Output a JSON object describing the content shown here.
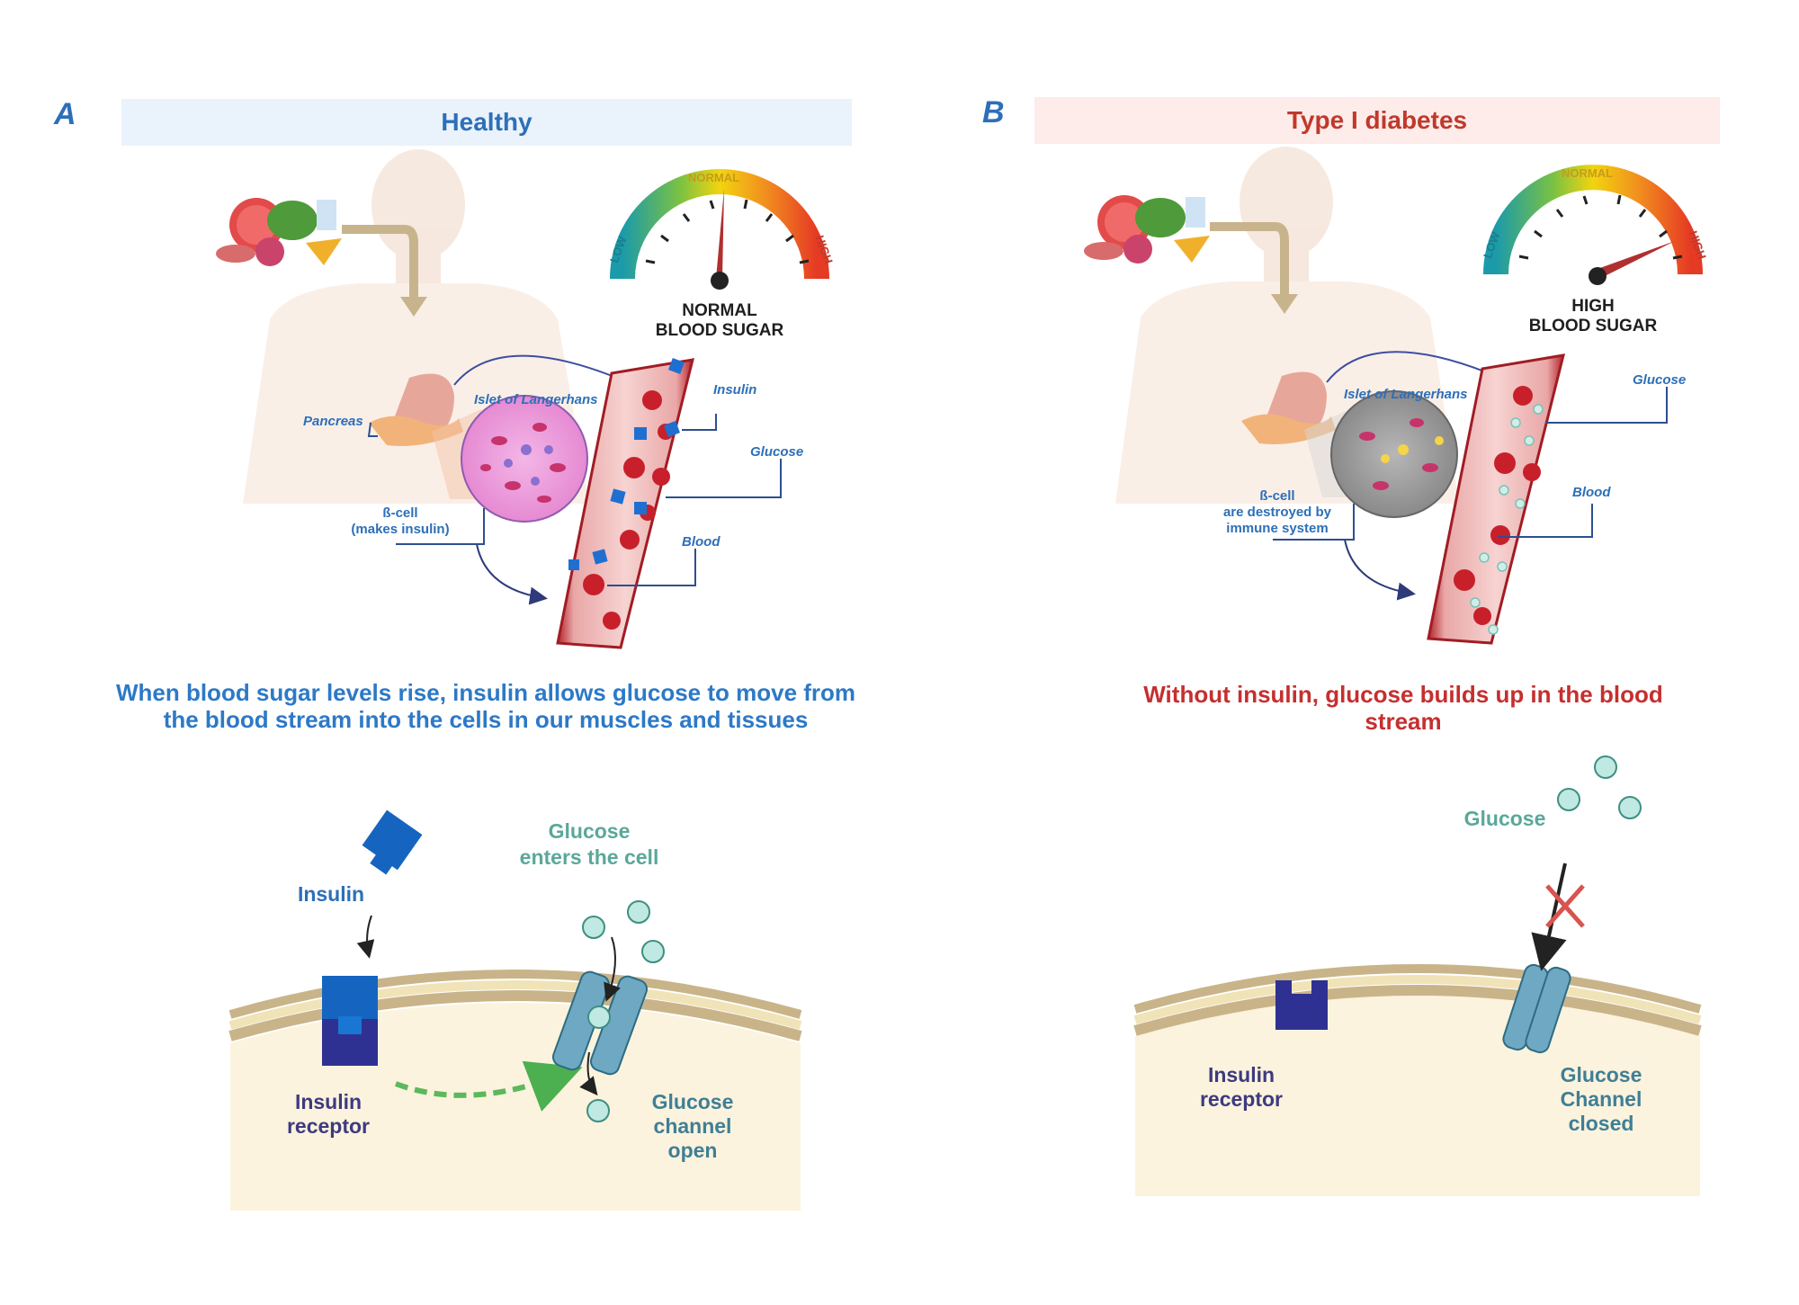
{
  "panel_a": {
    "letter": "A",
    "title": "Healthy",
    "gauge": {
      "normal": "NORMAL",
      "low": "LOW",
      "high": "HIGH",
      "status_line1": "NORMAL",
      "status_line2": "BLOOD SUGAR"
    },
    "labels": {
      "pancreas": "Pancreas",
      "islet": "Islet of Langerhans",
      "insulin": "Insulin",
      "glucose": "Glucose",
      "blood": "Blood",
      "beta_cell_1": "ß-cell",
      "beta_cell_2": "(makes insulin)"
    },
    "caption_line1": "When blood sugar levels rise, insulin allows glucose to move from",
    "caption_line2": "the blood stream into the cells in our muscles and tissues",
    "cell": {
      "insulin": "Insulin",
      "glucose_1": "Glucose",
      "glucose_2": "enters the cell",
      "receptor_1": "Insulin",
      "receptor_2": "receptor",
      "channel_1": "Glucose",
      "channel_2": "channel",
      "channel_3": "open"
    }
  },
  "panel_b": {
    "letter": "B",
    "title": "Type I diabetes",
    "gauge": {
      "normal": "NORMAL",
      "low": "LOW",
      "high": "HIGH",
      "status_line1": "HIGH",
      "status_line2": "BLOOD SUGAR"
    },
    "labels": {
      "islet": "Islet of Langerhans",
      "glucose": "Glucose",
      "blood": "Blood",
      "beta_cell_1": "ß-cell",
      "beta_cell_2": "are destroyed by",
      "beta_cell_3": "immune system"
    },
    "caption_line1": "Without insulin, glucose builds up in the blood",
    "caption_line2": "stream",
    "cell": {
      "glucose": "Glucose",
      "receptor_1": "Insulin",
      "receptor_2": "receptor",
      "channel_1": "Glucose",
      "channel_2": "Channel",
      "channel_3": "closed"
    }
  },
  "colors": {
    "blue_title": "#2d6fb8",
    "red_title": "#c0392b",
    "insulin_blue": "#1565c0",
    "receptor_navy": "#2e3192",
    "glucose_teal": "#5aa89a",
    "channel_teal": "#6fa8c2",
    "membrane": "#c9b48a",
    "cytoplasm": "#fbf3dd"
  }
}
